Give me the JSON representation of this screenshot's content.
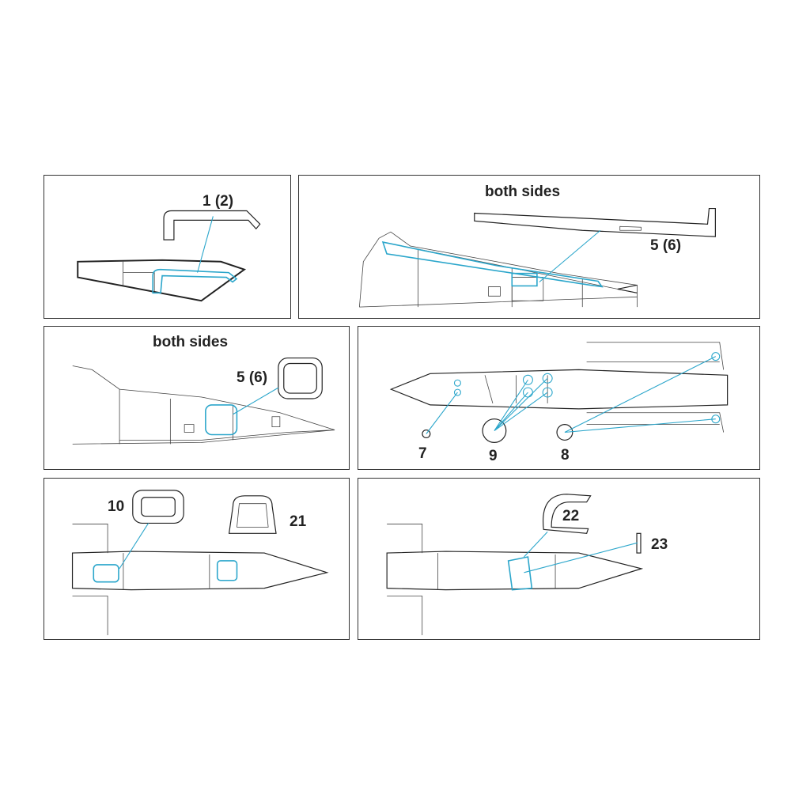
{
  "colors": {
    "accent": "#2ba6cb",
    "outline": "#222222"
  },
  "panels": [
    {
      "labels": [
        "1 (2)"
      ]
    },
    {
      "heading": "both sides",
      "labels": [
        "5 (6)"
      ]
    },
    {
      "heading": "both sides",
      "labels": [
        "5 (6)"
      ]
    },
    {
      "labels": [
        "7",
        "9",
        "8"
      ]
    },
    {
      "labels": [
        "10",
        "21"
      ]
    },
    {
      "labels": [
        "22",
        "23"
      ]
    }
  ]
}
